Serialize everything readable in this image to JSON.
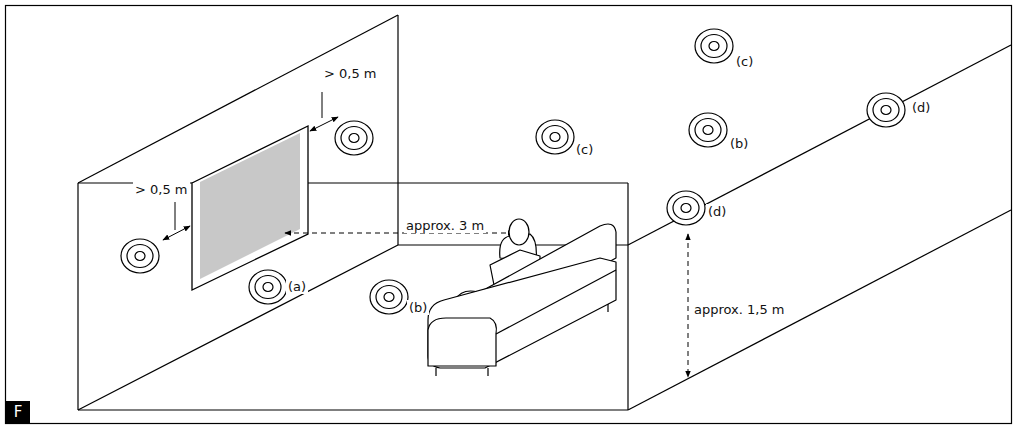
{
  "diagram": {
    "nodes": [
      {
        "text": [
          "F"
        ]
      }
    ],
    "labels": [
      "> 0,5 m",
      "> 0,5 m",
      "approx. 3 m",
      "approx. 1,5 m",
      "(a)",
      "(b)",
      "(b)",
      "(c)",
      "(c)",
      "(d)",
      "(d)"
    ]
  }
}
